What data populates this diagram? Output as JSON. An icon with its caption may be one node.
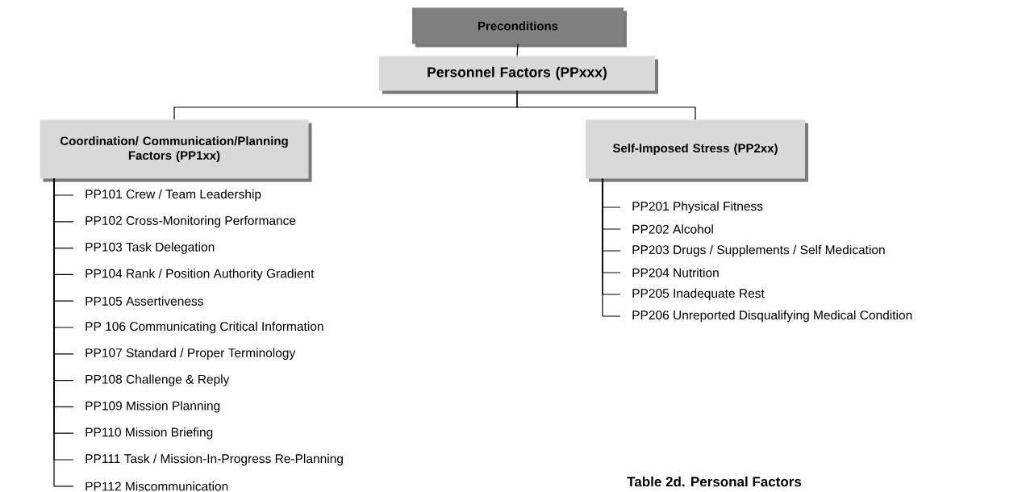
{
  "diagram": {
    "caption": "Table 2d. Personal Factors",
    "nodes": [
      {
        "text": [
          "Preconditions"
        ]
      },
      {
        "text": [
          "Personnel Factors (PPxxx)"
        ]
      },
      {
        "text": [
          "Coordination/ Communication/Planning Factors (PP1xx)"
        ]
      },
      {
        "text": [
          "Self-Imposed Stress (PP2xx)"
        ]
      },
      {
        "text": [
          "PP101 Crew / Team Leadership"
        ]
      },
      {
        "text": [
          "PP102 Cross-Monitoring Performance"
        ]
      },
      {
        "text": [
          "PP103 Task Delegation"
        ]
      },
      {
        "text": [
          "PP104 Rank / Position Authority  Gradient"
        ]
      },
      {
        "text": [
          "PP105 Assertiveness"
        ]
      },
      {
        "text": [
          "PP 106 Communicating Critical Information"
        ]
      },
      {
        "text": [
          "PP107 Standard / Proper Terminology"
        ]
      },
      {
        "text": [
          "PP108 Challenge & Reply"
        ]
      },
      {
        "text": [
          "PP109 Mission Planning"
        ]
      },
      {
        "text": [
          "PP110 Mission Briefing"
        ]
      },
      {
        "text": [
          "PP111 Task / Mission-In-Progress Re-Planning"
        ]
      },
      {
        "text": [
          "PP112 Miscommunication"
        ]
      },
      {
        "text": [
          "PP201 Physical Fitness"
        ]
      },
      {
        "text": [
          "PP202 Alcohol"
        ]
      },
      {
        "text": [
          "PP203 Drugs / Supplements / Self Medication"
        ]
      },
      {
        "text": [
          "PP204 Nutrition"
        ]
      },
      {
        "text": [
          "PP205 Inadequate Rest"
        ]
      },
      {
        "text": [
          "PP206 Unreported Disqualifying Medical Condition"
        ]
      }
    ],
    "edges": [
      {
        "from": 0,
        "to": 1,
        "arrow": "none"
      },
      {
        "from": 1,
        "to": 2,
        "arrow": "none"
      },
      {
        "from": 1,
        "to": 3,
        "arrow": "none"
      },
      {
        "from": 2,
        "to": 4,
        "arrow": "none"
      },
      {
        "from": 2,
        "to": 5,
        "arrow": "none"
      },
      {
        "from": 2,
        "to": 6,
        "arrow": "none"
      },
      {
        "from": 2,
        "to": 7,
        "arrow": "none"
      },
      {
        "from": 2,
        "to": 8,
        "arrow": "none"
      },
      {
        "from": 2,
        "to": 9,
        "arrow": "none"
      },
      {
        "from": 2,
        "to": 10,
        "arrow": "none"
      },
      {
        "from": 2,
        "to": 11,
        "arrow": "none"
      },
      {
        "from": 2,
        "to": 12,
        "arrow": "none"
      },
      {
        "from": 2,
        "to": 13,
        "arrow": "none"
      },
      {
        "from": 2,
        "to": 14,
        "arrow": "none"
      },
      {
        "from": 2,
        "to": 15,
        "arrow": "none"
      },
      {
        "from": 3,
        "to": 16,
        "arrow": "none"
      },
      {
        "from": 3,
        "to": 17,
        "arrow": "none"
      },
      {
        "from": 3,
        "to": 18,
        "arrow": "none"
      },
      {
        "from": 3,
        "to": 19,
        "arrow": "none"
      },
      {
        "from": 3,
        "to": 20,
        "arrow": "none"
      },
      {
        "from": 3,
        "to": 21,
        "arrow": "none"
      }
    ]
  }
}
